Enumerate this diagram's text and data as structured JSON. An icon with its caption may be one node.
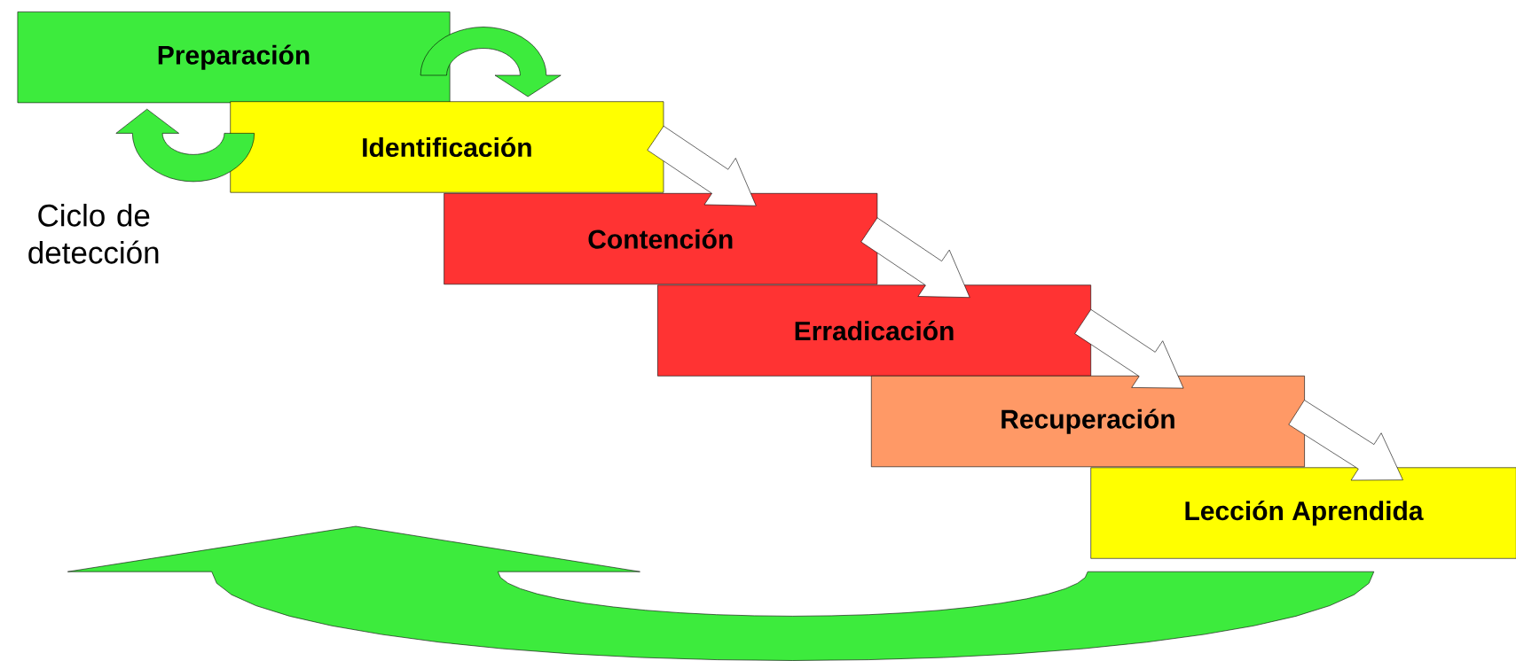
{
  "diagram": {
    "nodes": [
      {
        "text": [
          "Preparación"
        ]
      },
      {
        "text": [
          "Identificación"
        ]
      },
      {
        "text": [
          "Contención"
        ]
      },
      {
        "text": [
          "Erradicación"
        ]
      },
      {
        "text": [
          "Recuperación"
        ]
      },
      {
        "text": [
          "Lección Aprendida"
        ]
      }
    ],
    "edges": [
      {
        "from": 0,
        "to": 1,
        "arrow": "to",
        "color": "#3deb3d"
      },
      {
        "from": 1,
        "to": 0,
        "arrow": "to",
        "color": "#3deb3d"
      },
      {
        "from": 1,
        "to": 2,
        "arrow": "to"
      },
      {
        "from": 2,
        "to": 3,
        "arrow": "to"
      },
      {
        "from": 3,
        "to": 4,
        "arrow": "to"
      },
      {
        "from": 4,
        "to": 5,
        "arrow": "to"
      },
      {
        "from": 5,
        "to": null,
        "arrow": "to",
        "color": "#3deb3d"
      }
    ],
    "labels": [
      "Ciclo de detección"
    ]
  }
}
